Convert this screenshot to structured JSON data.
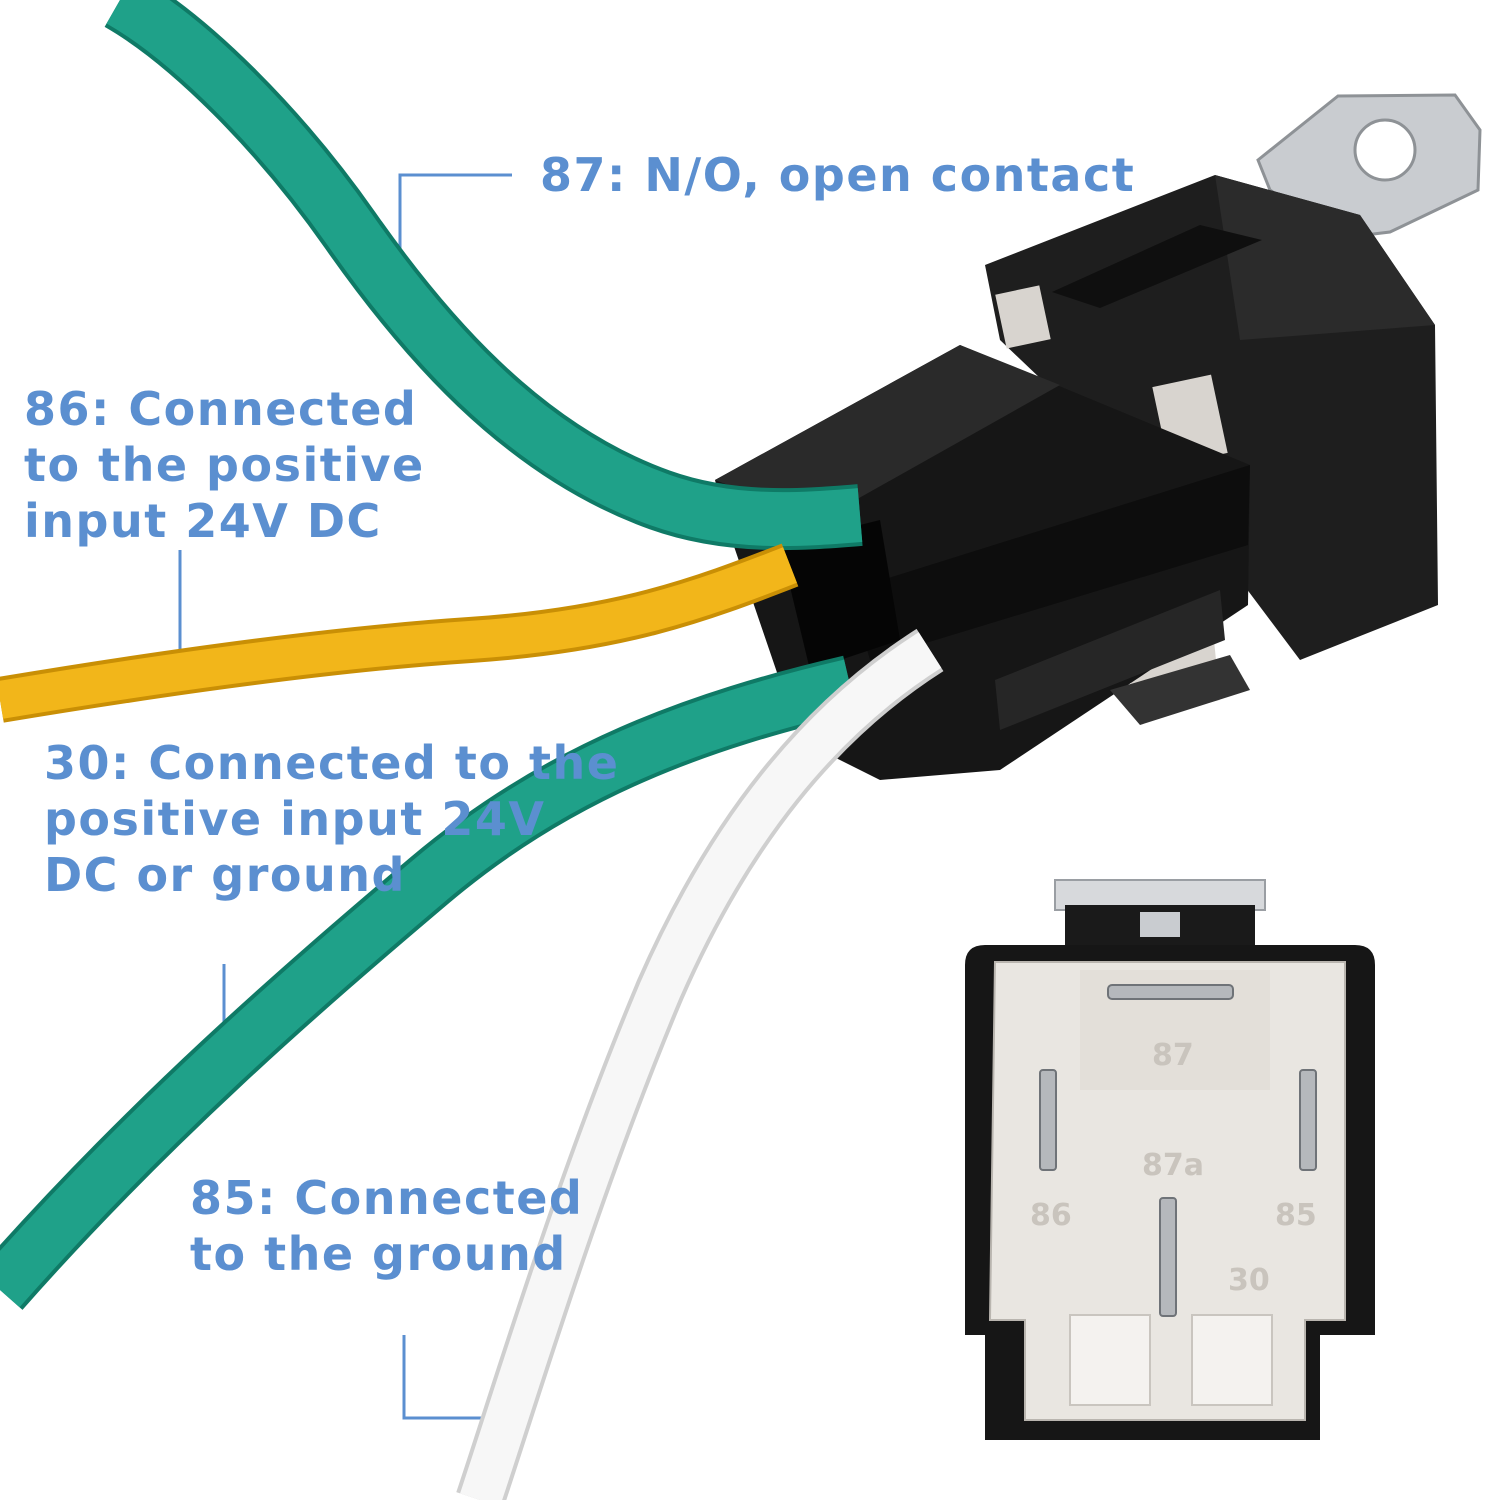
{
  "colors": {
    "label_text": "#5B8FD0",
    "leader_line": "#5B8FD0",
    "wire_green": "#1FA189",
    "wire_yellow": "#F2B61A",
    "wire_white": "#F5F5F5",
    "relay_body": "#1A1A1A",
    "relay_face": "#E9E6E1",
    "metal_tab": "#C9CCD0"
  },
  "callouts": {
    "pin87": {
      "lines": [
        "87: N/O, open contact"
      ]
    },
    "pin86": {
      "lines": [
        "86: Connected",
        "to the positive",
        "input 24V DC"
      ]
    },
    "pin30": {
      "lines": [
        "30: Connected to the",
        "positive input 24V",
        "DC or ground"
      ]
    },
    "pin85": {
      "lines": [
        "85: Connected",
        "to the ground"
      ]
    }
  },
  "relay_face_markings": {
    "p87": "87",
    "p87a": "87a",
    "p86": "86",
    "p85": "85",
    "p30": "30"
  },
  "icons": [
    "relay-harness-photo",
    "relay-pin-face-photo",
    "mounting-tab-icon"
  ]
}
